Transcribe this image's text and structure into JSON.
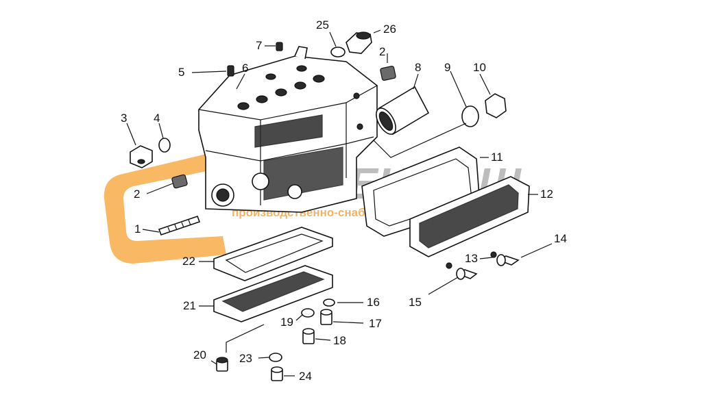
{
  "watermark": {
    "brand": "ЭСПЕЦМАШ",
    "tagline": "производственно-снабженческая компания",
    "accent_color": "#f7a030"
  },
  "labels": [
    {
      "id": "1",
      "text": "1"
    },
    {
      "id": "2a",
      "text": "2"
    },
    {
      "id": "2b",
      "text": "2"
    },
    {
      "id": "3",
      "text": "3"
    },
    {
      "id": "4",
      "text": "4"
    },
    {
      "id": "5",
      "text": "5"
    },
    {
      "id": "6",
      "text": "6"
    },
    {
      "id": "7",
      "text": "7"
    },
    {
      "id": "8",
      "text": "8"
    },
    {
      "id": "9",
      "text": "9"
    },
    {
      "id": "10",
      "text": "10"
    },
    {
      "id": "11",
      "text": "11"
    },
    {
      "id": "12",
      "text": "12"
    },
    {
      "id": "13",
      "text": "13"
    },
    {
      "id": "14",
      "text": "14"
    },
    {
      "id": "15",
      "text": "15"
    },
    {
      "id": "16",
      "text": "16"
    },
    {
      "id": "17",
      "text": "17"
    },
    {
      "id": "18",
      "text": "18"
    },
    {
      "id": "19",
      "text": "19"
    },
    {
      "id": "20",
      "text": "20"
    },
    {
      "id": "21",
      "text": "21"
    },
    {
      "id": "22",
      "text": "22"
    },
    {
      "id": "23",
      "text": "23"
    },
    {
      "id": "24",
      "text": "24"
    },
    {
      "id": "25",
      "text": "25"
    },
    {
      "id": "26",
      "text": "26"
    }
  ]
}
